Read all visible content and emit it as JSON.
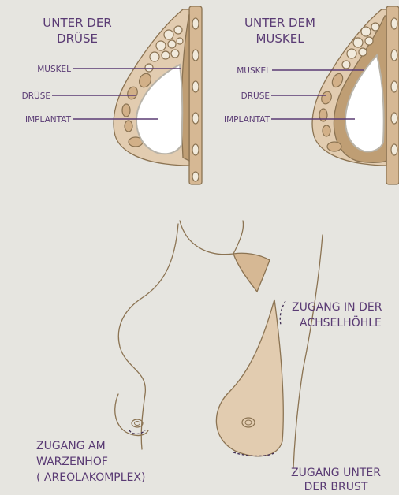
{
  "diagrams": {
    "under_gland": {
      "title_line1": "UNTER DER",
      "title_line2": "DRÜSE",
      "label_muscle": "MUSKEL",
      "label_gland": "DRÜSE",
      "label_implant": "IMPLANTAT"
    },
    "under_muscle": {
      "title_line1": "UNTER DEM",
      "title_line2": "MUSKEL",
      "label_muscle": "MUSKEL",
      "label_gland": "DRÜSE",
      "label_implant": "IMPLANTAT"
    }
  },
  "incisions": {
    "areola": {
      "line1": "ZUGANG AM",
      "line2": "WARZENHOF",
      "line3": "( AREOLAKOMPLEX)"
    },
    "axilla": {
      "line1": "ZUGANG IN DER",
      "line2": "ACHSELHÖHLE"
    },
    "inframammary": {
      "line1": "ZUGANG UNTER",
      "line2": "DER BRUST"
    }
  },
  "colors": {
    "background": "#e6e5e0",
    "label_text": "#5a3b74",
    "outline": "#8b7352",
    "tissue": "#d6b894",
    "implant": "#ffffff"
  }
}
